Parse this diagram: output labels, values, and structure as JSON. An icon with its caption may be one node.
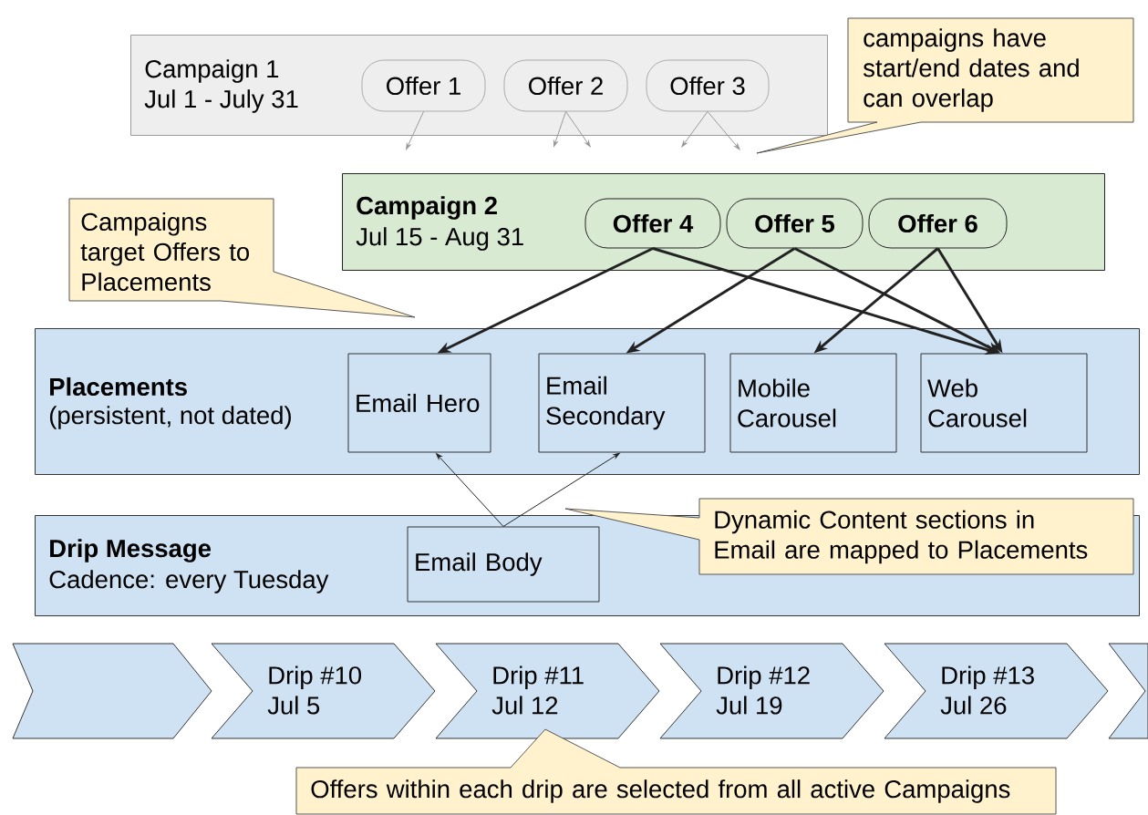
{
  "diagram": {
    "nodes": [
      {
        "text": [
          "Campaign 1",
          "Jul 1 - July 31"
        ]
      },
      {
        "text": [
          "Offer 1"
        ],
        "in": 0
      },
      {
        "text": [
          "Offer 2"
        ],
        "in": 0
      },
      {
        "text": [
          "Offer 3"
        ],
        "in": 0
      },
      {
        "text": [
          "campaigns have start/end dates and can overlap"
        ]
      },
      {
        "text": [
          "Campaign 2",
          "Jul 15 - Aug 31"
        ]
      },
      {
        "text": [
          "Offer 4"
        ],
        "in": 5
      },
      {
        "text": [
          "Offer 5"
        ],
        "in": 5
      },
      {
        "text": [
          "Offer 6"
        ],
        "in": 5
      },
      {
        "text": [
          "Campaigns target Offers to Placements"
        ]
      },
      {
        "text": [
          "Placements",
          "(persistent, not dated)"
        ]
      },
      {
        "text": [
          "Email Hero"
        ],
        "in": 10
      },
      {
        "text": [
          "Email Secondary"
        ],
        "in": 10
      },
      {
        "text": [
          "Mobile Carousel"
        ],
        "in": 10
      },
      {
        "text": [
          "Web Carousel"
        ],
        "in": 10
      },
      {
        "text": [
          "Drip Message",
          "Cadence: every Tuesday"
        ]
      },
      {
        "text": [
          "Email Body"
        ],
        "in": 15
      },
      {
        "text": [
          "Dynamic Content sections in Email are mapped to Placements"
        ]
      },
      {
        "text": [],
        "shape": "chevron"
      },
      {
        "text": [
          "Drip #10",
          "Jul 5"
        ]
      },
      {
        "text": [
          "Drip #11",
          "Jul 12"
        ]
      },
      {
        "text": [
          "Drip #12",
          "Jul 19"
        ]
      },
      {
        "text": [
          "Drip #13",
          "Jul 26"
        ]
      },
      {
        "text": [],
        "shape": "chevron"
      },
      {
        "text": [
          "Offers within each drip are selected from all active Campaigns"
        ]
      }
    ],
    "edges": [
      {
        "from": 1,
        "to": null,
        "arrow": "to",
        "color": "#999999"
      },
      {
        "from": 2,
        "to": null,
        "arrow": "to",
        "color": "#999999"
      },
      {
        "from": 2,
        "to": null,
        "arrow": "to",
        "color": "#999999"
      },
      {
        "from": 3,
        "to": null,
        "arrow": "to",
        "color": "#999999"
      },
      {
        "from": 3,
        "to": null,
        "arrow": "to",
        "color": "#999999"
      },
      {
        "from": 6,
        "to": 11,
        "arrow": "to",
        "style": "thick"
      },
      {
        "from": 6,
        "to": 14,
        "arrow": "to",
        "style": "thick"
      },
      {
        "from": 7,
        "to": 12,
        "arrow": "to",
        "style": "thick"
      },
      {
        "from": 7,
        "to": 14,
        "arrow": "to",
        "style": "thick"
      },
      {
        "from": 8,
        "to": 13,
        "arrow": "to",
        "style": "thick"
      },
      {
        "from": 8,
        "to": 14,
        "arrow": "to",
        "style": "thick"
      },
      {
        "from": 16,
        "to": 11,
        "arrow": "to"
      },
      {
        "from": 16,
        "to": 12,
        "arrow": "to"
      }
    ]
  }
}
